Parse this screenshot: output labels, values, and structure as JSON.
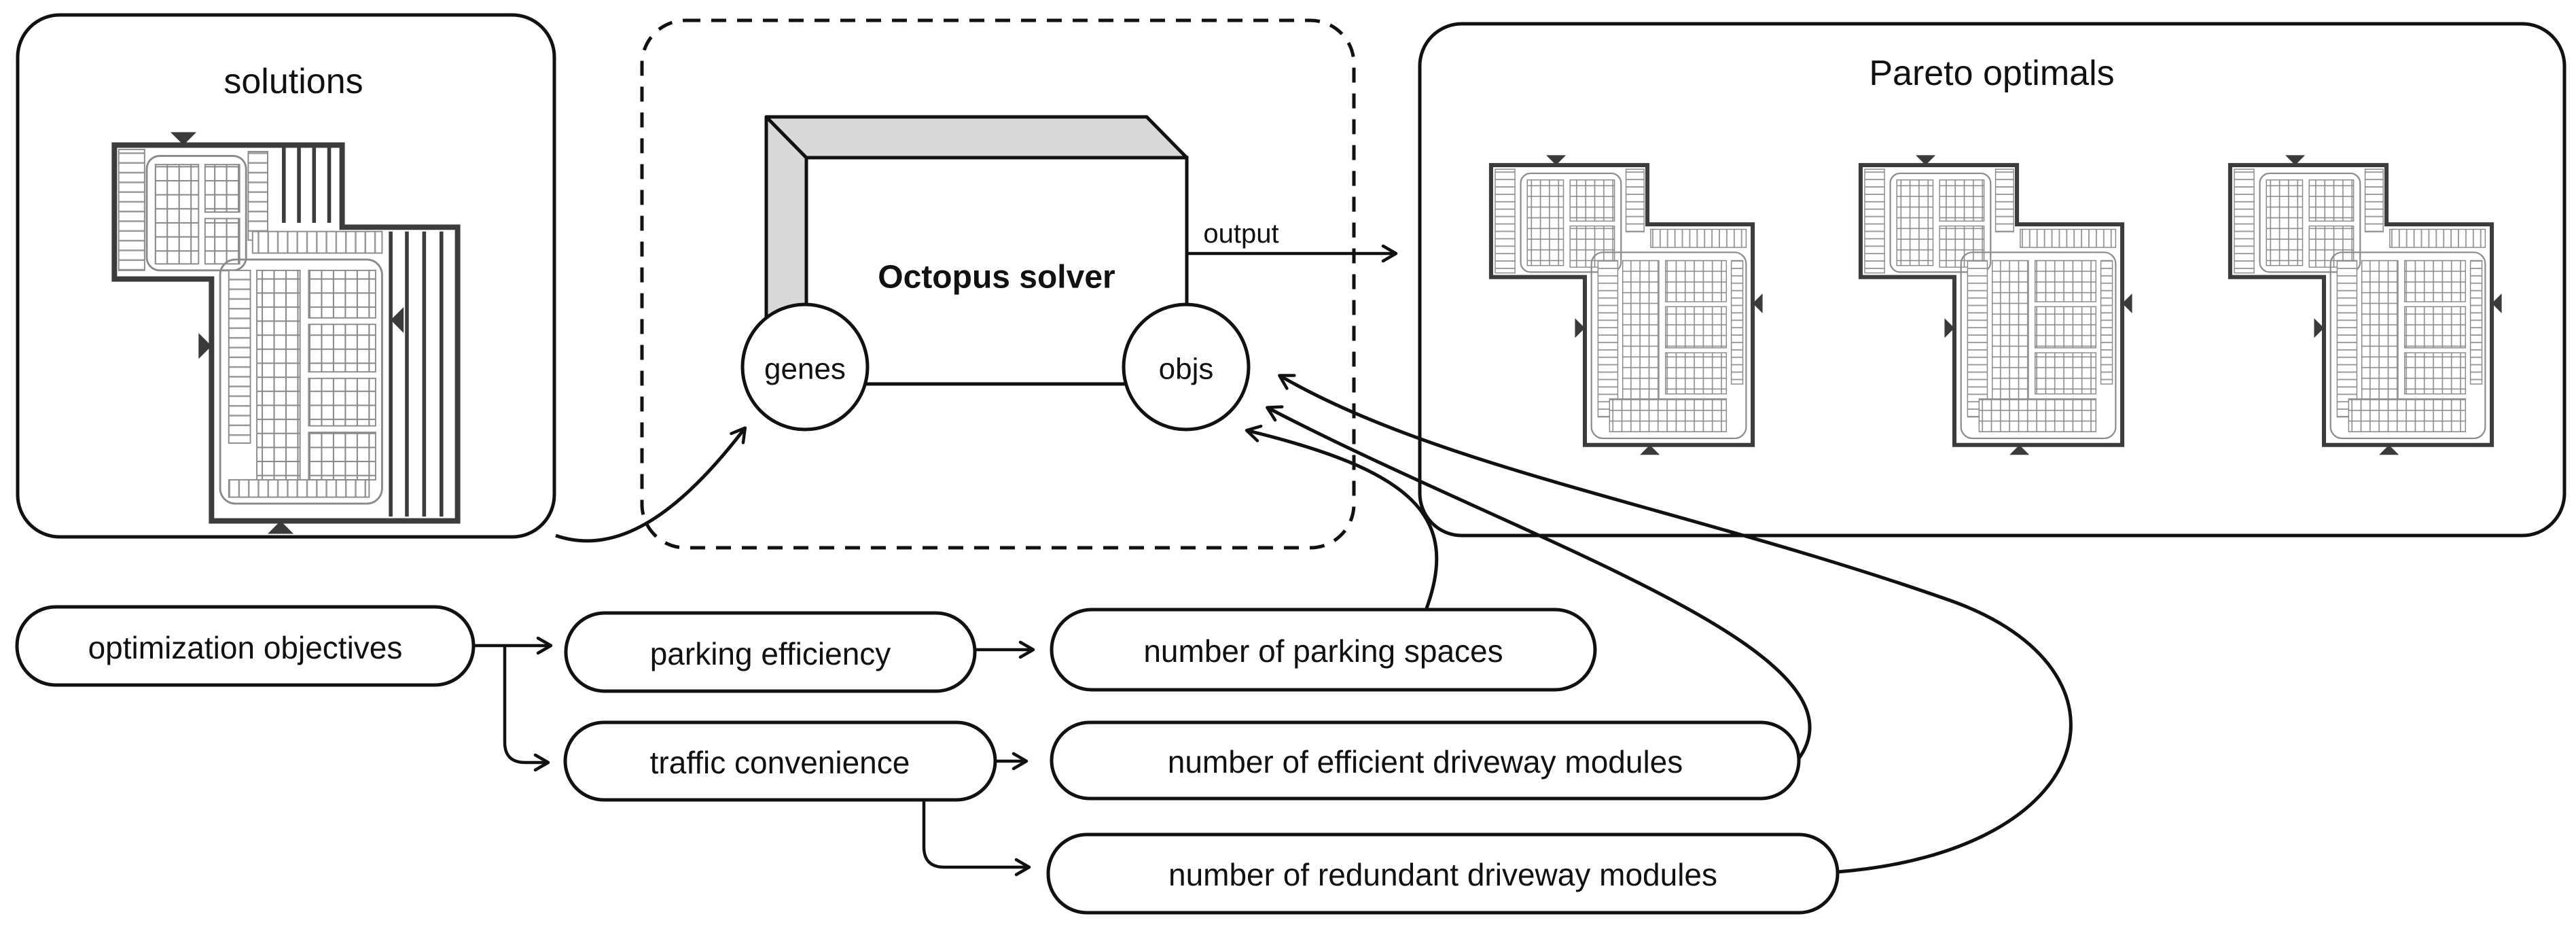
{
  "solutions_panel": {
    "title": "solutions"
  },
  "solver_panel": {
    "title": "Octopus solver",
    "genes_port": "genes",
    "objs_port": "objs",
    "output_label": "output"
  },
  "pareto_panel": {
    "title": "Pareto optimals"
  },
  "objectives_flow": {
    "root": "optimization objectives",
    "objective_1": "parking efficiency",
    "objective_2": "traffic convenience",
    "metric_1": "number of parking spaces",
    "metric_2": "number of efficient driveway modules",
    "metric_3": "number of redundant driveway modules"
  },
  "colors": {
    "ink": "#111111",
    "solver_side_fill": "#d9d9d9",
    "layout_wall": "#3c3c3c",
    "layout_detail": "#8a8a8a"
  }
}
